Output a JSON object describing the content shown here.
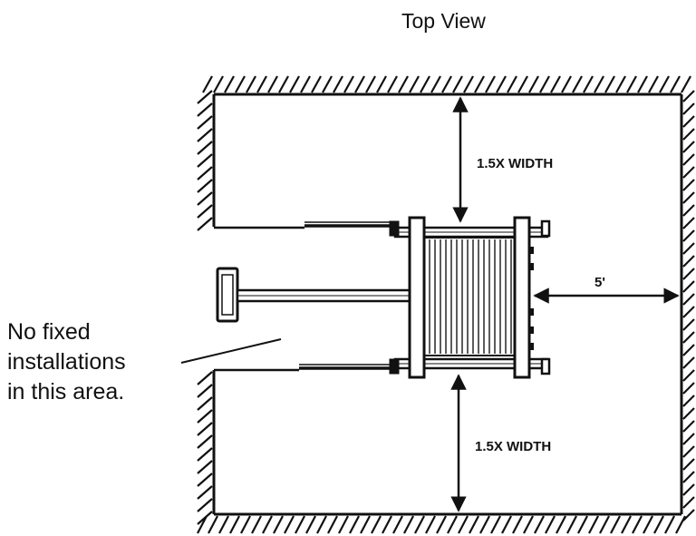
{
  "title": "Top View",
  "note_lines": [
    "No fixed",
    "installations",
    "in this area."
  ],
  "dimensions": {
    "top_clearance": "1.5X WIDTH",
    "bottom_clearance": "1.5X WIDTH",
    "side_clearance": "5'"
  },
  "colors": {
    "ink": "#111111",
    "background": "#ffffff"
  }
}
